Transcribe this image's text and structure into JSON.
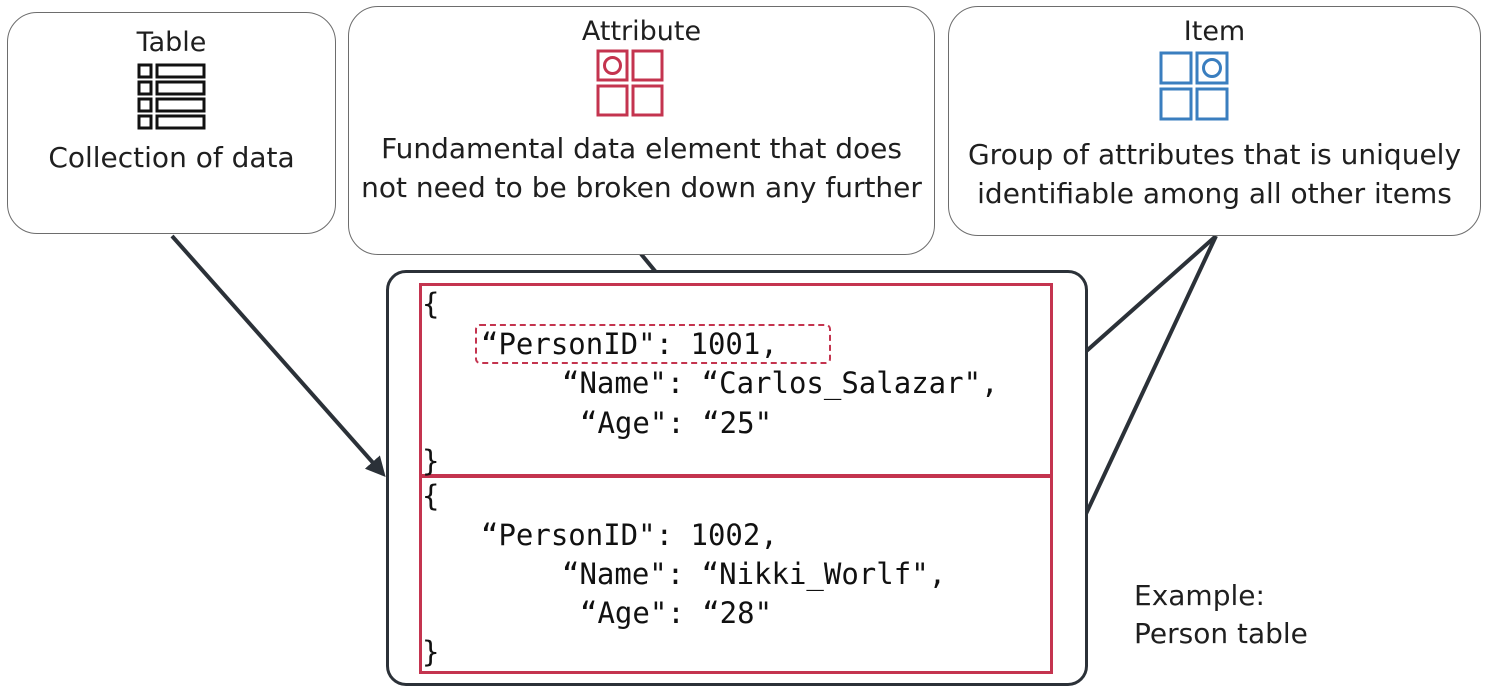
{
  "cards": {
    "table": {
      "title": "Table",
      "description": "Collection of data"
    },
    "attribute": {
      "title": "Attribute",
      "description": "Fundamental data element that does not need to be broken down any further"
    },
    "item": {
      "title": "Item",
      "description": "Group of attributes that is uniquely identifiable among all other items"
    }
  },
  "icons": {
    "table": "table-icon",
    "attribute": "attribute-grid-icon",
    "item": "item-grid-icon"
  },
  "colors": {
    "attribute_accent": "#c4344f",
    "item_accent": "#3a7ebf",
    "frame": "#2b3138",
    "arrow": "#2b3138"
  },
  "items": [
    {
      "open_brace": "{",
      "line1": "“PersonID\": 1001,",
      "line2": "“Name\": “Carlos_Salazar\",",
      "line3": "“Age\": “25\"",
      "close_brace": "}"
    },
    {
      "open_brace": "{",
      "line1": "“PersonID\": 1002,",
      "line2": "“Name\": “Nikki_Worlf\",",
      "line3": "“Age\": “28\"",
      "close_brace": "}"
    }
  ],
  "caption": {
    "line1": "Example:",
    "line2": "Person table"
  }
}
